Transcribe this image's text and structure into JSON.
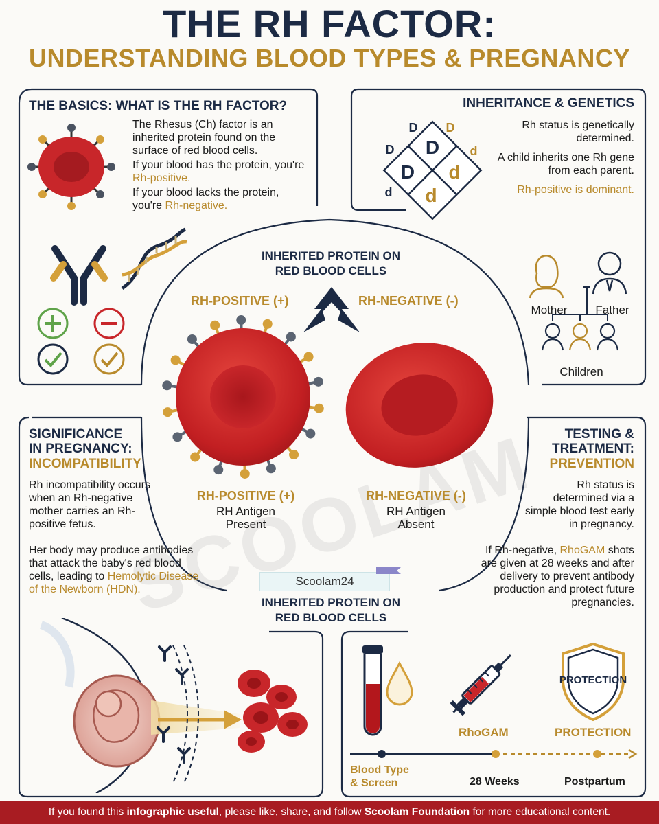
{
  "header": {
    "title": "THE RH FACTOR:",
    "subtitle": "UNDERSTANDING BLOOD TYPES & PREGNANCY"
  },
  "basics": {
    "heading": "THE BASICS: WHAT IS THE RH FACTOR?",
    "p1": "The Rhesus (Ch) factor is an inherited protein found on the surface of red blood cells.",
    "p2_text": "If your blood has the protein, you're",
    "p2_accent": "Rh-positive.",
    "p3_text": "If your blood lacks the protein, you're",
    "p3_accent": "Rh-negative."
  },
  "genetics": {
    "heading": "INHERITANCE & GENETICS",
    "p1": "Rh status is genetically determined.",
    "p2": "A child inherits one Rh gene from each parent.",
    "p3": "Rh-positive is dominant.",
    "mother": "Mother",
    "father": "Father",
    "children": "Children",
    "alleles": {
      "D": "D",
      "d": "d"
    }
  },
  "center": {
    "top_label": "INHERITED PROTEIN ON RED BLOOD CELLS",
    "pos_label": "RH-POSITIVE (+)",
    "neg_label": "RH-NEGATIVE (-)",
    "pos_bottom": "RH-POSITIVE (+)",
    "pos_desc": "RH Antigen Present",
    "neg_bottom": "RH-NEGATIVE (-)",
    "neg_desc": "RH Antigen Absent",
    "tag": "Scoolam24",
    "bottom_label": "INHERITED PROTEIN ON RED BLOOD CELLS",
    "watermark": "SCOOLAM"
  },
  "pregnancy": {
    "heading_1": "SIGNIFICANCE",
    "heading_2": "IN PREGNANCY:",
    "heading_3": "INCOMPATIBILITY",
    "p1": "Rh incompatibility occurs when an Rh-negative mother carries an Rh-positive fetus.",
    "p2_text": "Her body may produce antibodies that attack the baby's red blood cells, leading to",
    "p2_accent": "Hemolytic Disease of the Newborn (HDN)."
  },
  "testing": {
    "heading_1": "TESTING &",
    "heading_2": "TREATMENT:",
    "heading_3": "PREVENTION",
    "p1": "Rh status is determined via a simple blood test early in pregnancy.",
    "p2_a": "If Rh-negative,",
    "p2_accent": "RhoGAM",
    "p2_b": "shots are given at 28 weeks and after delivery to prevent antibody production and protect future pregnancies.",
    "shield_text": "PROTECTION",
    "rhogam_label": "RhoGAM",
    "protection_label": "PROTECTION",
    "timeline": [
      "Blood Type & Screen",
      "28 Weeks",
      "Postpartum"
    ]
  },
  "footer": {
    "a": "If you found this",
    "b": "infographic useful",
    "c": ", please like, share, and follow",
    "d": "Scoolam Foundation",
    "e": "for more educational content."
  },
  "colors": {
    "navy": "#1c2a44",
    "gold": "#b88a2c",
    "red": "#c8262a",
    "footer": "#a81c22"
  }
}
